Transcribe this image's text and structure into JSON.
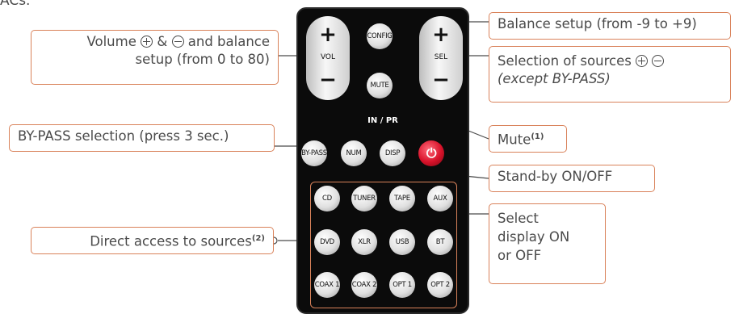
{
  "intro_fragment": "ACs.",
  "remote": {
    "vol_label": "VOL",
    "sel_label": "SEL",
    "plus": "+",
    "minus": "−",
    "config_label": "CONFIG",
    "mute_label": "MUTE",
    "in_pr_label": "IN / PR",
    "power_symbol": "⏻",
    "buttons": {
      "bypass": "BY-PASS",
      "num": "NUM",
      "disp": "DISP",
      "cd": "CD",
      "tuner": "TUNER",
      "tape": "TAPE",
      "aux": "AUX",
      "dvd": "DVD",
      "xlr": "XLR",
      "usb": "USB",
      "bt": "BT",
      "coax1": "COAX 1",
      "coax2": "COAX 2",
      "opt1": "OPT 1",
      "opt2": "OPT 2"
    }
  },
  "callouts": {
    "volume_line1": "Volume",
    "volume_amp": "&",
    "volume_line1_end": "and balance",
    "volume_line2": "setup (from 0 to 80)",
    "balance": "Balance setup (from -9 to +9)",
    "selection_line1": "Selection of sources",
    "selection_line2": "(except BY-PASS)",
    "mute": "Mute",
    "mute_note": "(1)",
    "bypass": "BY-PASS selection (press 3 sec.)",
    "standby": "Stand-by ON/OFF",
    "display_line1": "Select",
    "display_line2": "display ON",
    "display_line3": "or OFF",
    "direct": "Direct access to sources",
    "direct_note": "(2)"
  },
  "colors": {
    "callout_border": "#d9825a",
    "remote_body": "#0b0b0b",
    "power_button": "#d8122a"
  }
}
